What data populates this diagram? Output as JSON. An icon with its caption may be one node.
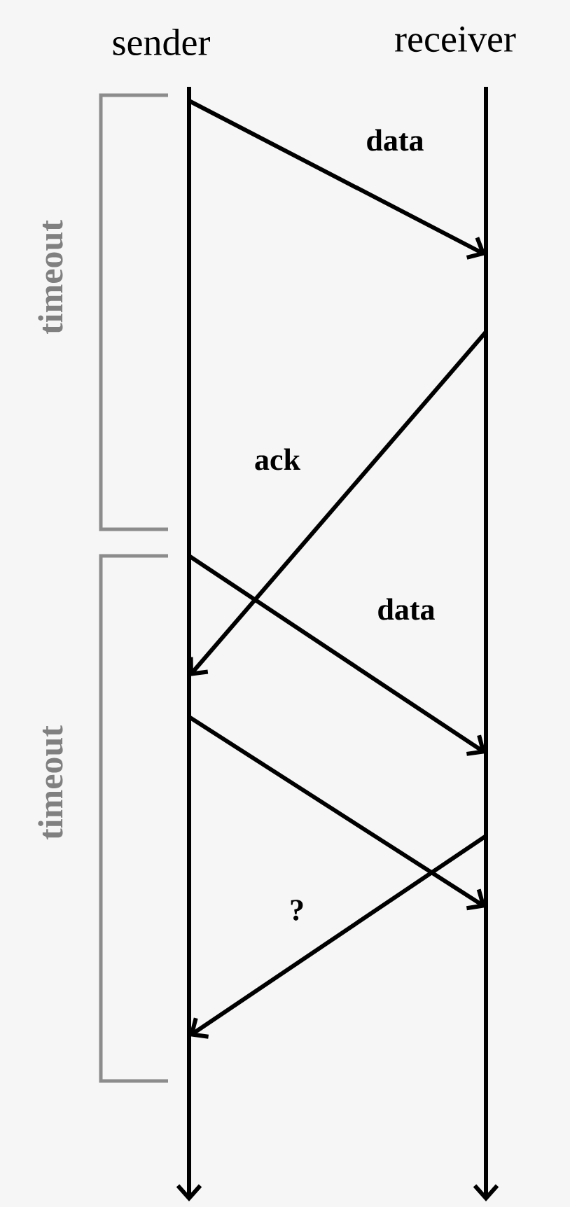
{
  "diagram": {
    "nodes": [
      {
        "text": [
          "sender"
        ]
      },
      {
        "text": [
          "receiver"
        ]
      }
    ],
    "edges": [
      {
        "from": 0,
        "to": 1,
        "arrow": "to",
        "label": "data"
      },
      {
        "from": 1,
        "to": 0,
        "arrow": "to",
        "label": "ack"
      },
      {
        "from": 0,
        "to": 1,
        "arrow": "to",
        "label": "data"
      },
      {
        "from": 0,
        "to": 1,
        "arrow": "to"
      },
      {
        "from": 1,
        "to": 0,
        "arrow": "to",
        "label": "?"
      }
    ],
    "labels": [
      "timeout",
      "timeout"
    ]
  }
}
